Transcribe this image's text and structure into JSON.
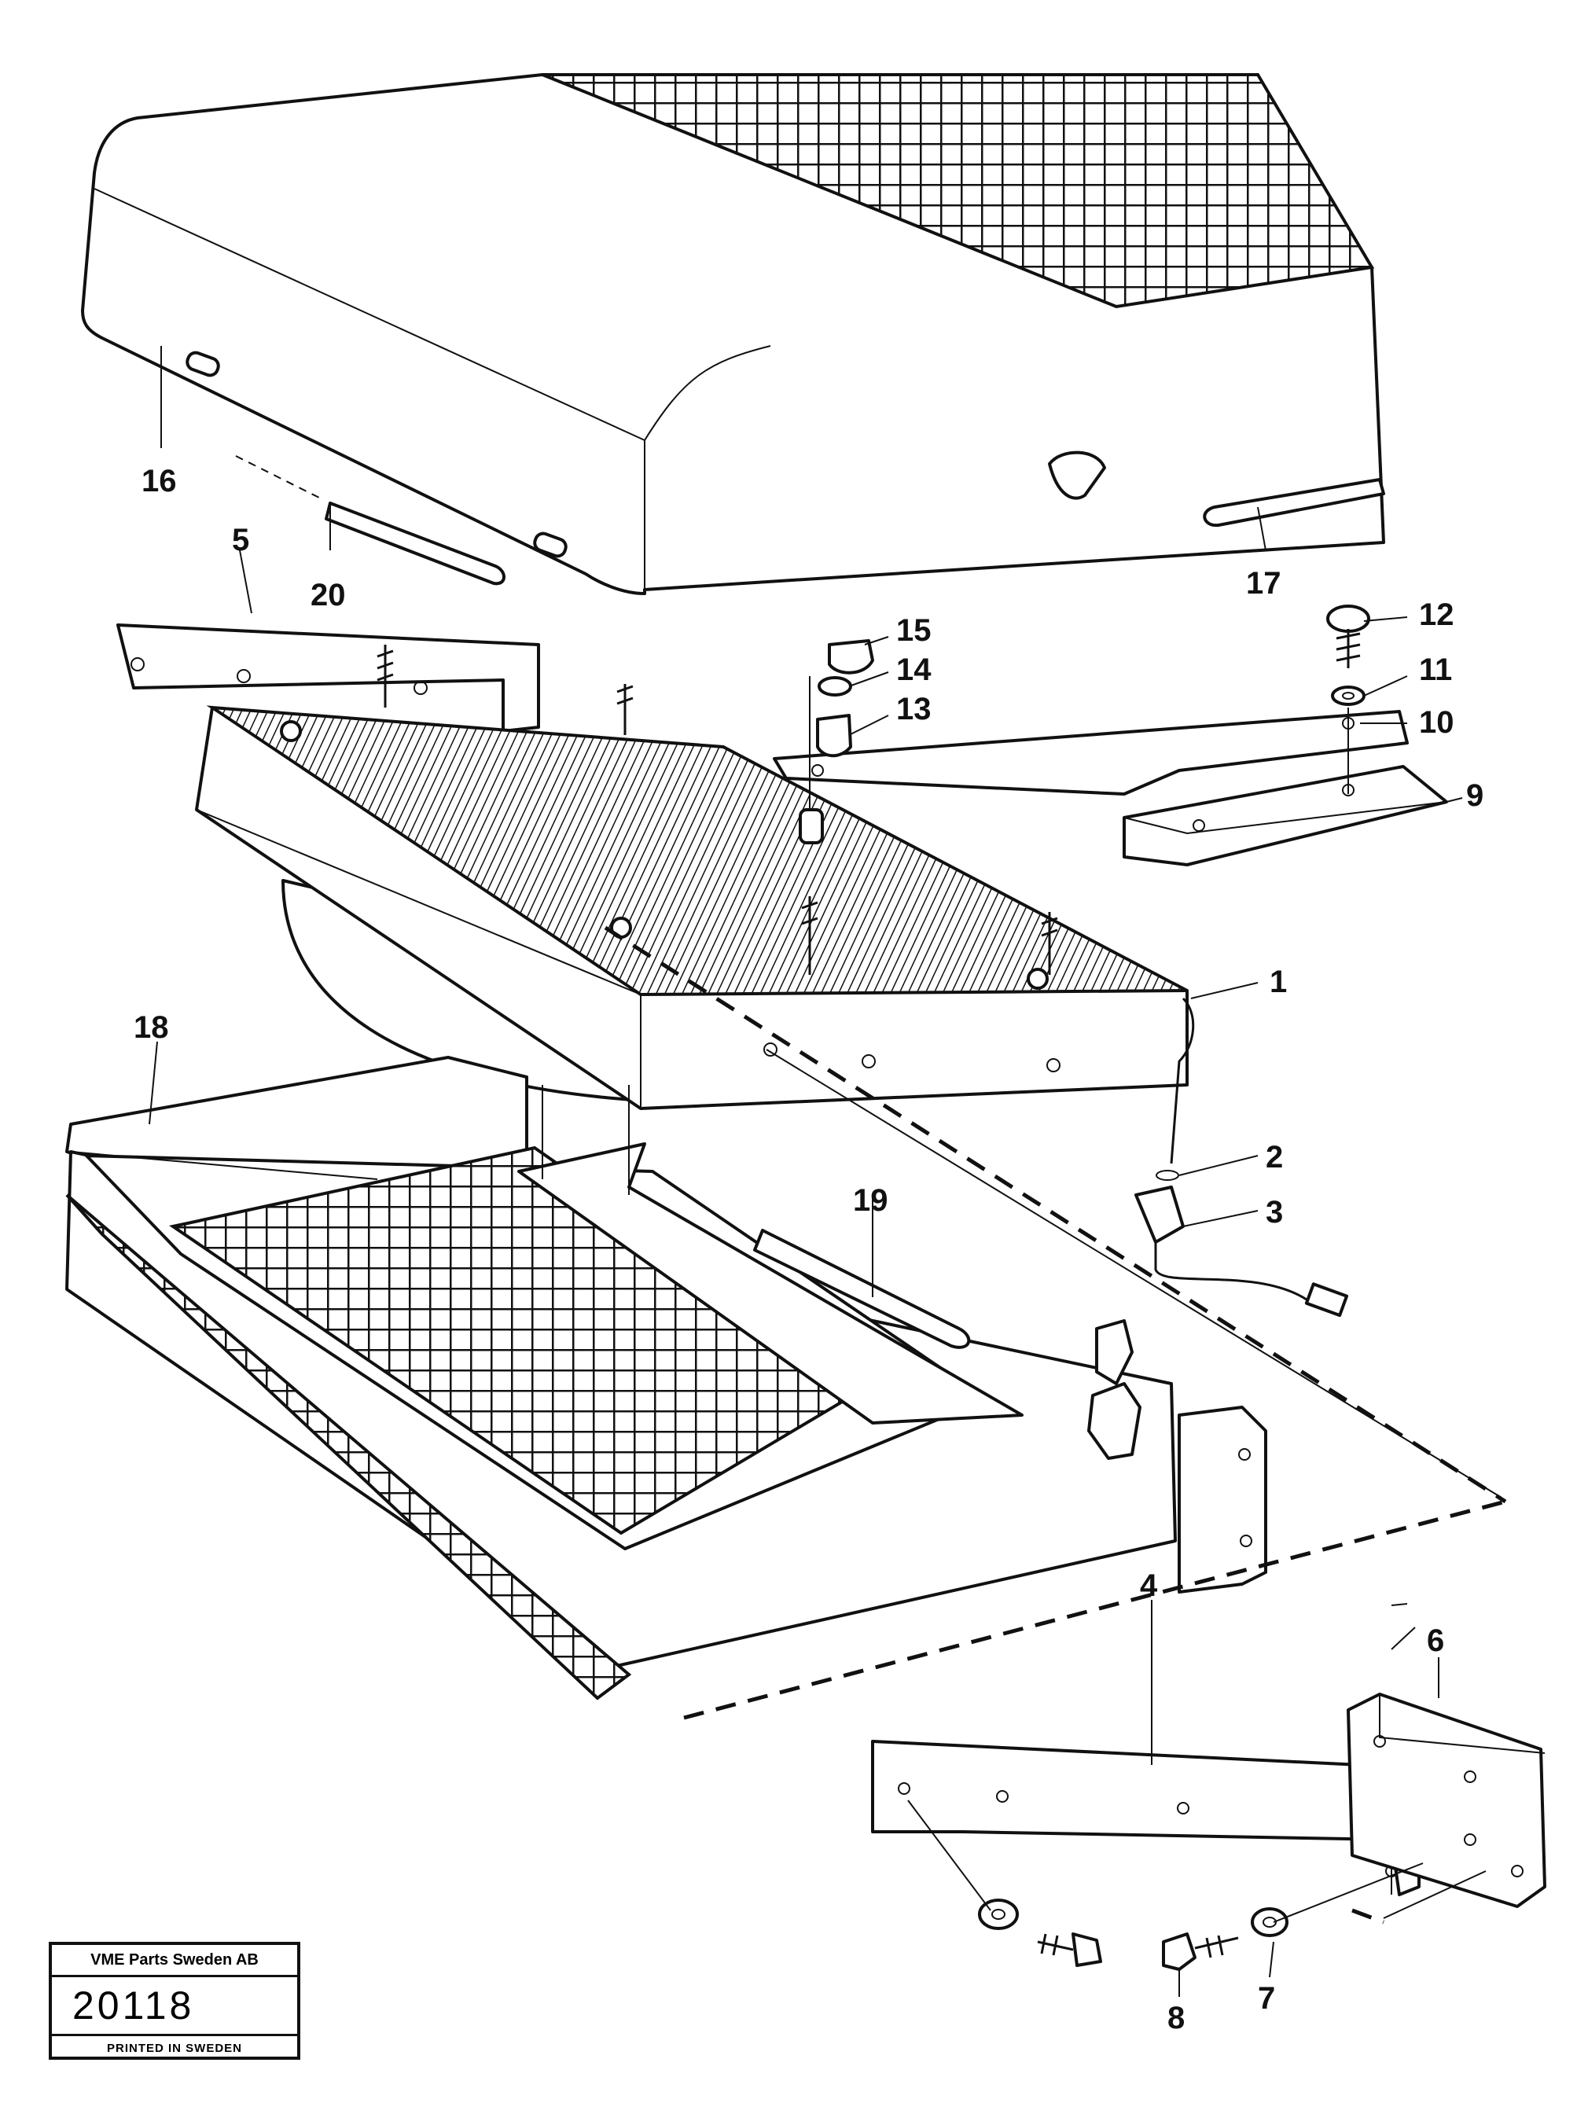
{
  "diagram": {
    "callouts": [
      "1",
      "2",
      "3",
      "4",
      "5",
      "6",
      "7",
      "8",
      "9",
      "10",
      "11",
      "12",
      "13",
      "14",
      "15",
      "16",
      "17",
      "18",
      "19",
      "20"
    ]
  },
  "stamp": {
    "company": "VME Parts Sweden AB",
    "number": "20118",
    "printed": "PRINTED IN SWEDEN"
  }
}
